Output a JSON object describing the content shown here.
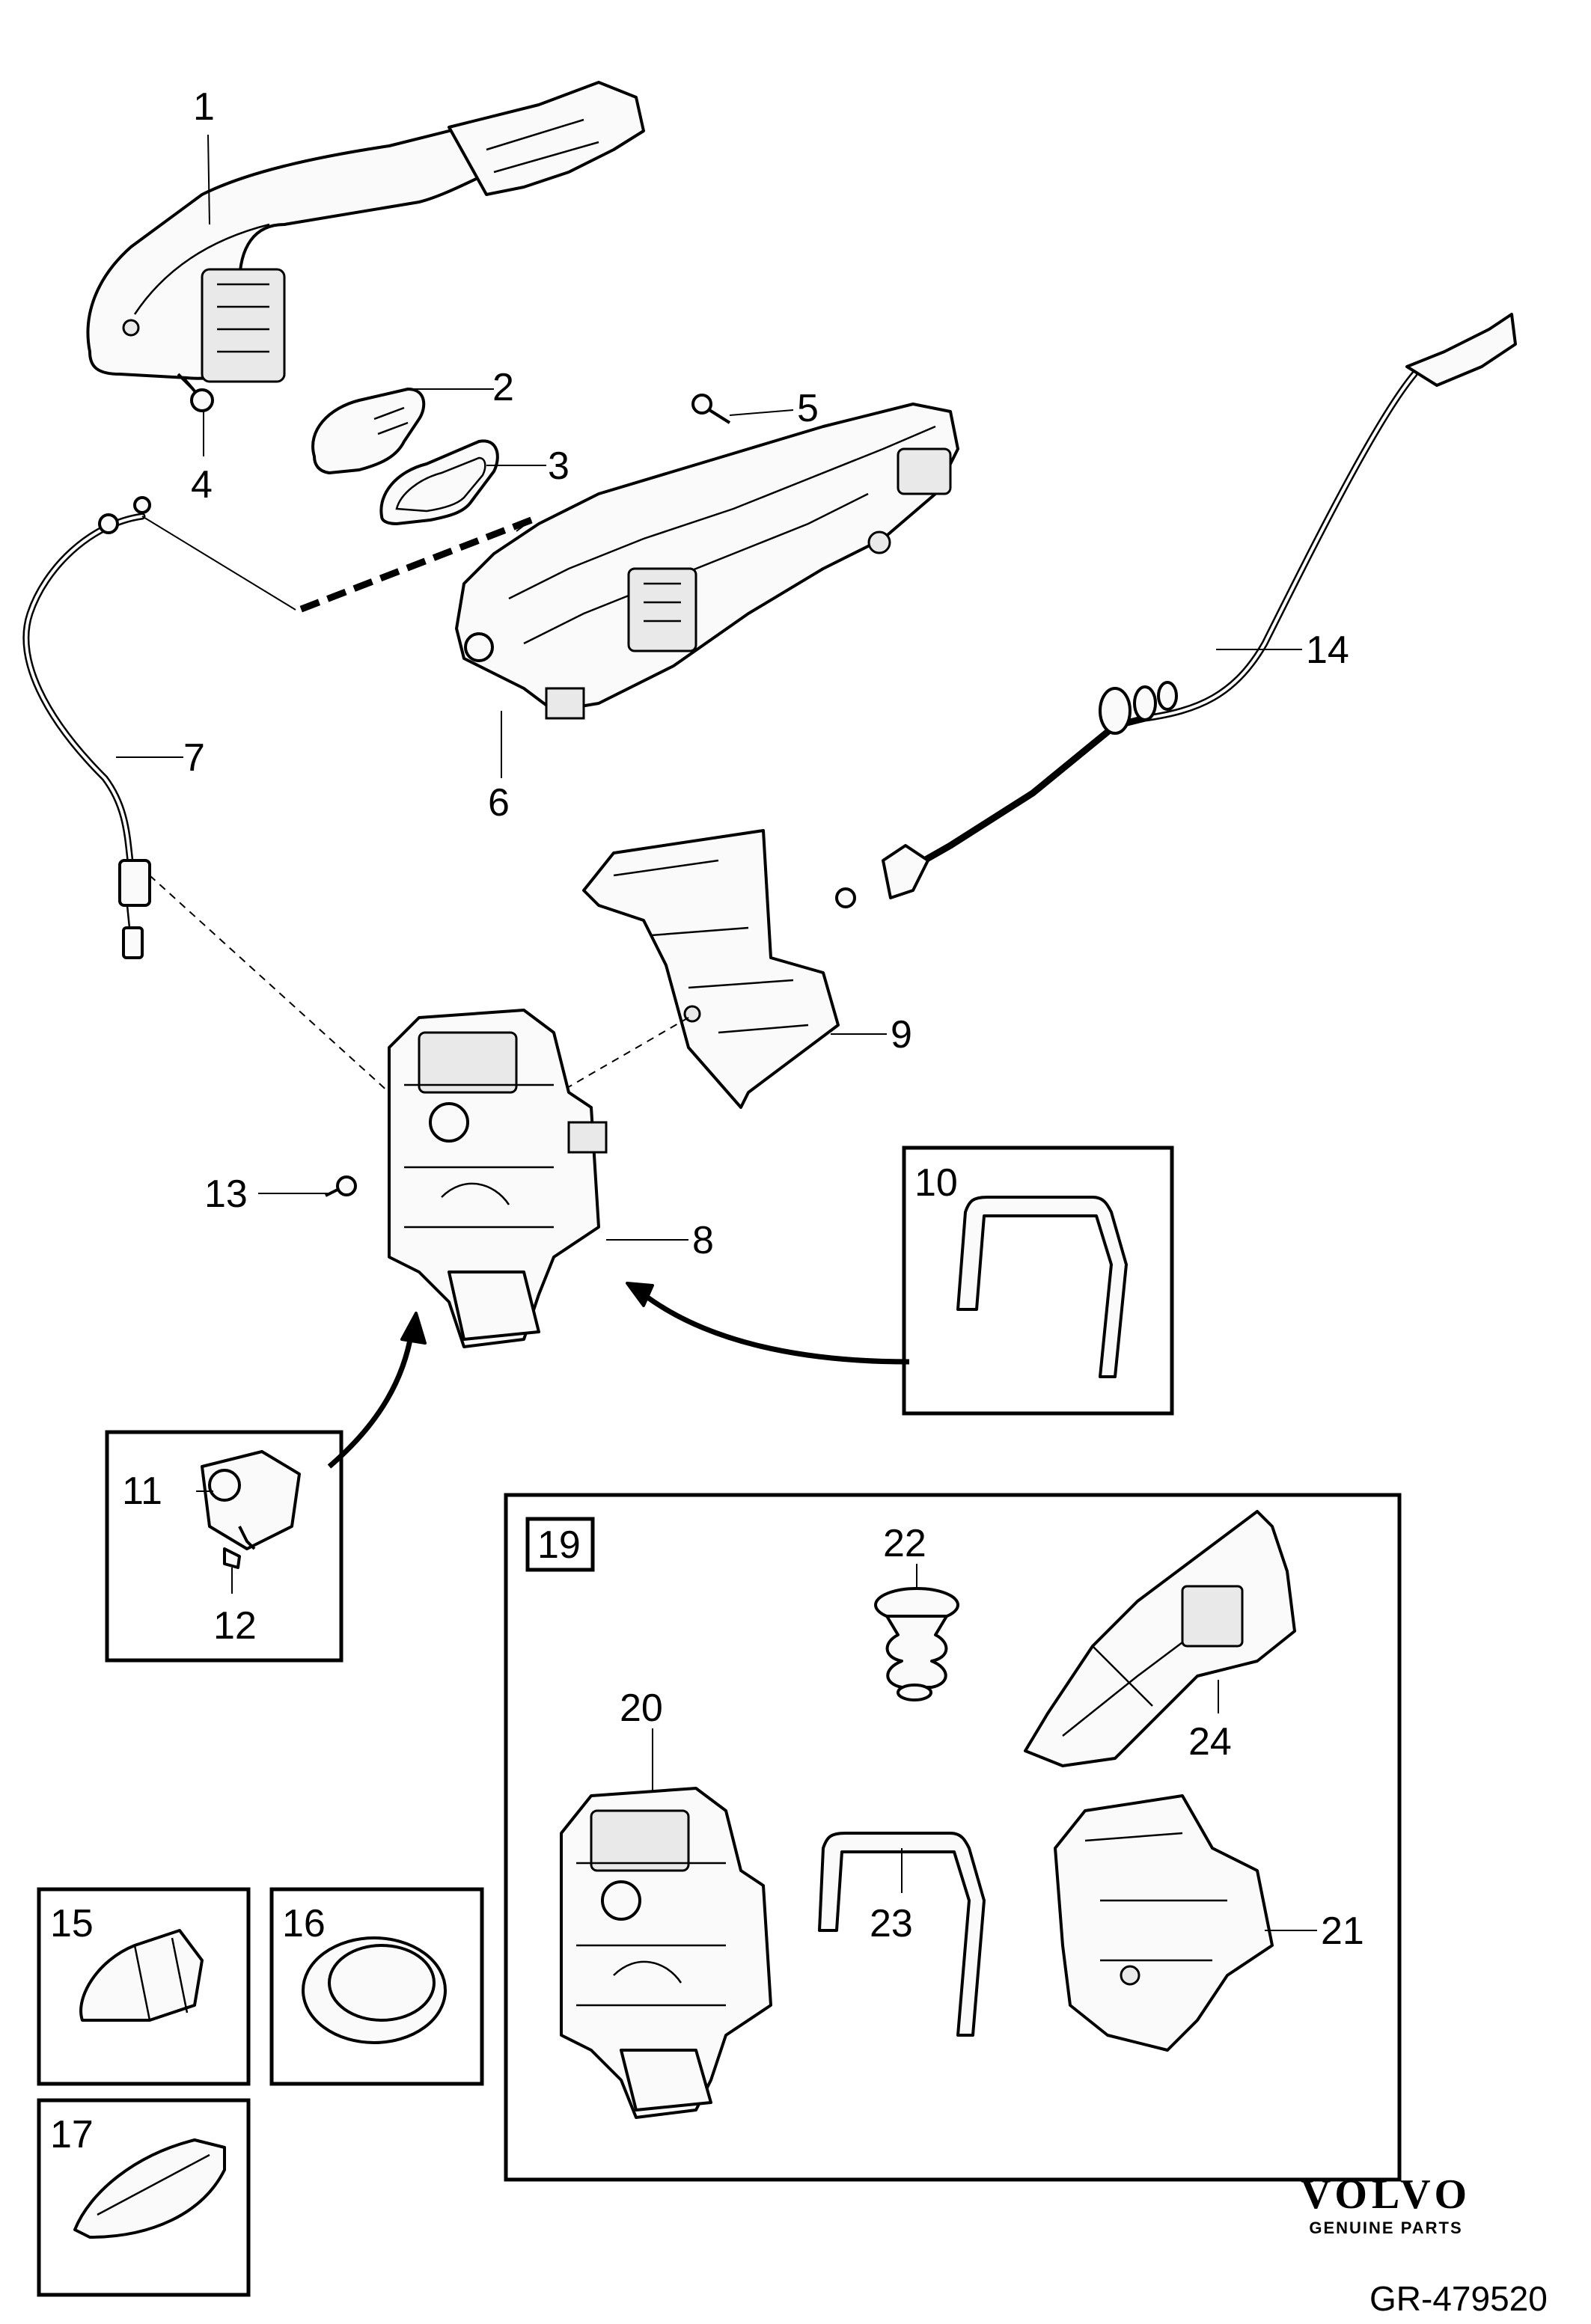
{
  "callouts": [
    "1",
    "2",
    "3",
    "4",
    "5",
    "6",
    "7",
    "8",
    "9",
    "10",
    "11",
    "12",
    "13",
    "14",
    "15",
    "16",
    "17",
    "19",
    "20",
    "21",
    "22",
    "23",
    "24"
  ],
  "brand": {
    "name": "VOLVO",
    "subtitle": "GENUINE PARTS"
  },
  "reference": "GR-479520"
}
